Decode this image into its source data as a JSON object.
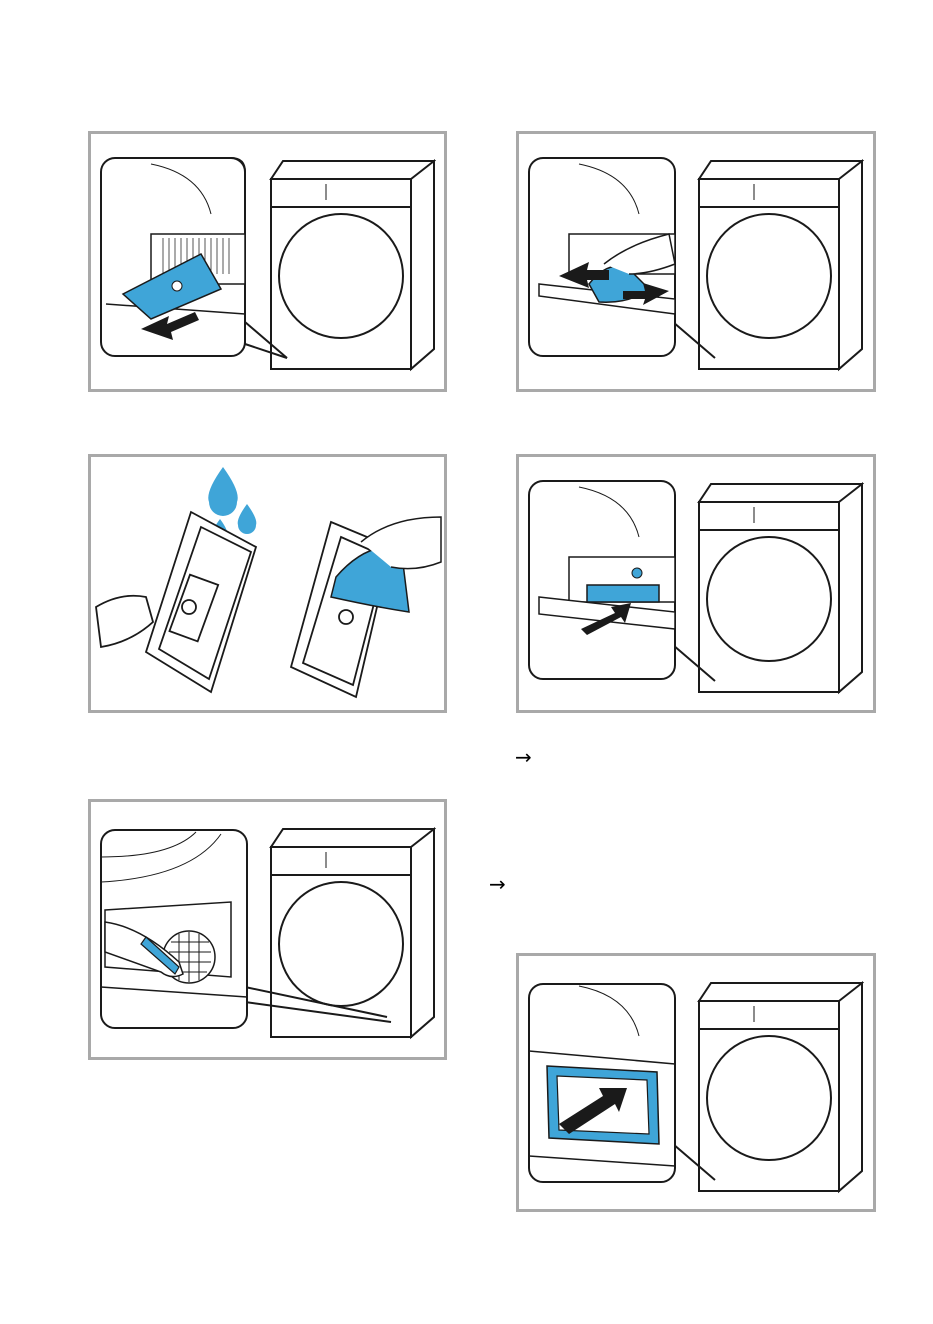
{
  "steps": {
    "arrow_1": "→",
    "arrow_2": "→"
  },
  "colors": {
    "accent": "#3fa5d8",
    "frame": "#a9a9a9",
    "line": "#1a1a1a"
  },
  "figures": [
    {
      "id": "pull-out-fluff-filter",
      "icon": "pull-out-filter-drawing"
    },
    {
      "id": "remove-fluff-from-filter",
      "icon": "remove-fluff-drawing"
    },
    {
      "id": "rinse-filter",
      "icon": "water-drops-filter-drawing"
    },
    {
      "id": "insert-fluff-filter",
      "icon": "insert-filter-drawing"
    },
    {
      "id": "clean-filter-area",
      "icon": "brush-clean-drawing"
    },
    {
      "id": "insert-heat-exchanger-cover",
      "icon": "insert-cover-drawing"
    }
  ]
}
